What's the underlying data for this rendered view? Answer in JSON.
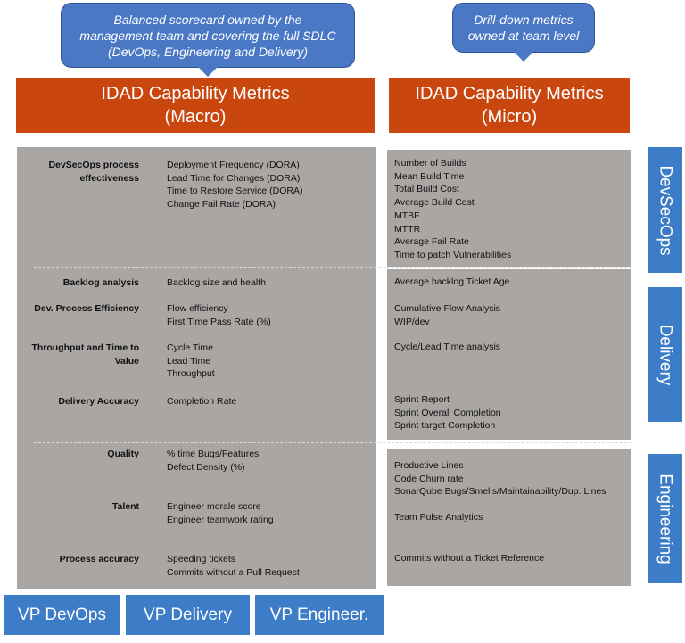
{
  "callouts": {
    "left": [
      "Balanced scorecard owned by the",
      "management team and covering the full SDLC",
      "(DevOps, Engineering and Delivery)"
    ],
    "right": [
      "Drill-down metrics",
      "owned at team level"
    ]
  },
  "headers": {
    "macro": [
      "IDAD Capability Metrics",
      "(Macro)"
    ],
    "micro": [
      "IDAD Capability Metrics",
      "(Micro)"
    ]
  },
  "macro": {
    "devsecops": {
      "label": [
        "DevSecOps process",
        "effectiveness"
      ],
      "metrics": [
        "Deployment Frequency (DORA)",
        "Lead Time for Changes (DORA)",
        "Time to Restore Service (DORA)",
        "Change Fail Rate (DORA)"
      ]
    },
    "backlog": {
      "label": [
        "Backlog analysis"
      ],
      "metrics": [
        "Backlog size and health"
      ]
    },
    "efficiency": {
      "label": [
        "Dev. Process Efficiency"
      ],
      "metrics": [
        "Flow efficiency",
        "First Time Pass Rate (%)"
      ]
    },
    "throughput": {
      "label": [
        "Throughput and Time to",
        "Value"
      ],
      "metrics": [
        "Cycle Time",
        "Lead Time",
        "Throughput"
      ]
    },
    "accuracy": {
      "label": [
        "Delivery Accuracy"
      ],
      "metrics": [
        "Completion Rate"
      ]
    },
    "quality": {
      "label": [
        "Quality"
      ],
      "metrics": [
        "% time Bugs/Features",
        "Defect Density (%)"
      ]
    },
    "talent": {
      "label": [
        "Talent"
      ],
      "metrics": [
        "Engineer morale score",
        "Engineer teamwork rating"
      ]
    },
    "process": {
      "label": [
        "Process accuracy"
      ],
      "metrics": [
        "Speeding tickets",
        "Commits without a Pull Request"
      ]
    }
  },
  "micro": {
    "devsecops": [
      "Number of Builds",
      "Mean Build Time",
      "Total Build Cost",
      "Average Build Cost",
      "MTBF",
      "MTTR",
      "Average Fail Rate",
      "Time to patch Vulnerabilities"
    ],
    "backlog": [
      "Average backlog Ticket Age"
    ],
    "flow": [
      "Cumulative Flow Analysis",
      "WIP/dev"
    ],
    "cycle": [
      "Cycle/Lead Time analysis"
    ],
    "sprint": [
      "Sprint Report",
      "Sprint Overall Completion",
      "Sprint target Completion"
    ],
    "code": [
      "Productive Lines",
      "Code Churn rate",
      "SonarQube Bugs/Smells/Maintainability/Dup.  Lines"
    ],
    "pulse": [
      "Team Pulse Analytics"
    ],
    "commits": [
      "Commits without a Ticket Reference"
    ]
  },
  "sides": {
    "devsecops": "DevSecOps",
    "delivery": "Delivery",
    "engineering": "Engineering"
  },
  "vps": {
    "devops": "VP DevOps",
    "delivery": "VP Delivery",
    "engineer": "VP Engineer."
  }
}
